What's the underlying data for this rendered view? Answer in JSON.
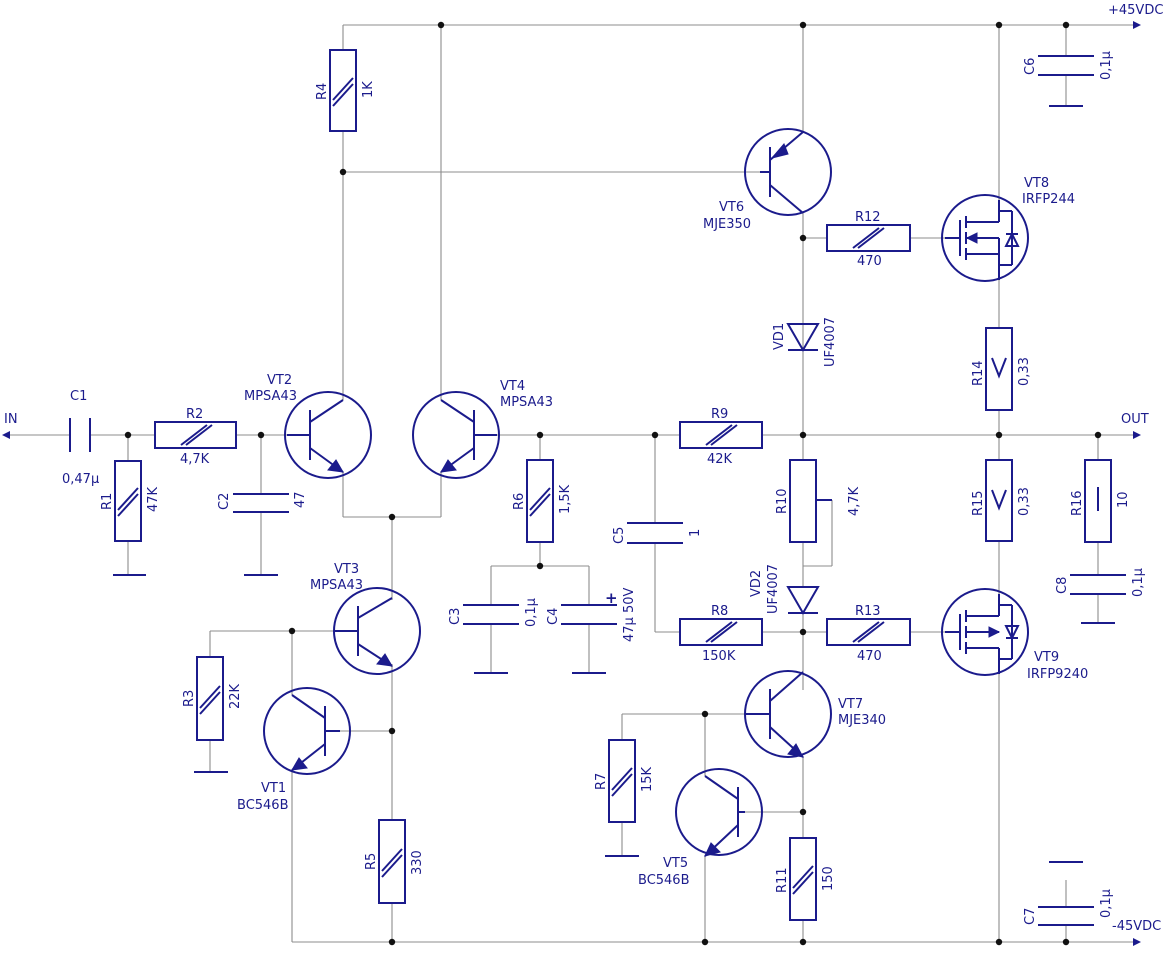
{
  "rails": {
    "pos": "+45VDC",
    "neg": "-45VDC",
    "in": "IN",
    "out": "OUT"
  },
  "resistors": [
    {
      "ref": "R1",
      "value": "47K"
    },
    {
      "ref": "R2",
      "value": "4,7K"
    },
    {
      "ref": "R3",
      "value": "22K"
    },
    {
      "ref": "R4",
      "value": "1K"
    },
    {
      "ref": "R5",
      "value": "330"
    },
    {
      "ref": "R6",
      "value": "1,5K"
    },
    {
      "ref": "R7",
      "value": "15K"
    },
    {
      "ref": "R8",
      "value": "150K"
    },
    {
      "ref": "R9",
      "value": "42K"
    },
    {
      "ref": "R10",
      "value": "4,7K"
    },
    {
      "ref": "R11",
      "value": "150"
    },
    {
      "ref": "R12",
      "value": "470"
    },
    {
      "ref": "R13",
      "value": "470"
    },
    {
      "ref": "R14",
      "value": "0,33"
    },
    {
      "ref": "R15",
      "value": "0,33"
    },
    {
      "ref": "R16",
      "value": "10"
    }
  ],
  "capacitors": [
    {
      "ref": "C1",
      "value": "0,47µ"
    },
    {
      "ref": "C2",
      "value": "47"
    },
    {
      "ref": "C3",
      "value": "0,1µ"
    },
    {
      "ref": "C4",
      "value": "47µ 50V"
    },
    {
      "ref": "C5",
      "value": "1"
    },
    {
      "ref": "C6",
      "value": "0,1µ"
    },
    {
      "ref": "C7",
      "value": "0,1µ"
    },
    {
      "ref": "C8",
      "value": "0,1µ"
    }
  ],
  "transistors": [
    {
      "ref": "VT1",
      "part": "BC546B"
    },
    {
      "ref": "VT2",
      "part": "MPSA43"
    },
    {
      "ref": "VT3",
      "part": "MPSA43"
    },
    {
      "ref": "VT4",
      "part": "MPSA43"
    },
    {
      "ref": "VT5",
      "part": "BC546B"
    },
    {
      "ref": "VT6",
      "part": "MJE350"
    },
    {
      "ref": "VT7",
      "part": "MJE340"
    },
    {
      "ref": "VT8",
      "part": "IRFP244"
    },
    {
      "ref": "VT9",
      "part": "IRFP9240"
    }
  ],
  "diodes": [
    {
      "ref": "VD1",
      "part": "UF4007"
    },
    {
      "ref": "VD2",
      "part": "UF4007"
    }
  ],
  "polarity_mark": "+",
  "colors": {
    "component": "#1b1b8c",
    "wire": "#8c8c8c",
    "junction": "#111111"
  }
}
